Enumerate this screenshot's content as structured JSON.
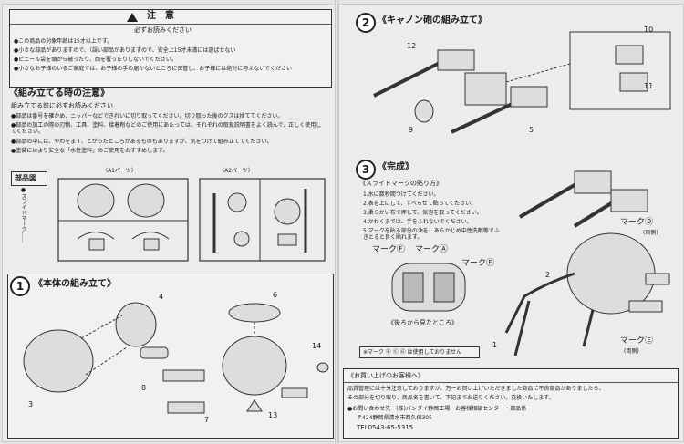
{
  "caution": {
    "title": "注　意",
    "subtitle": "必ずお読みください",
    "lines": [
      "●この商品の対象年齢は15才以上です。",
      "●小さな部品がありますので、（誤い部品がありますので、安全上15才未満には遊ばせない",
      "●ビニール袋を頭から被ったり、顔を覆ったりしないでください。",
      "●小さなお子様のいるご家庭では、お子様の手の届かないところに保管し、お子様には絶対に与えないでください"
    ]
  },
  "assembly_notes": {
    "title": "《組み立てる時の注意》",
    "subtitle": "組み立てる前に必ずお読みください",
    "lines": [
      "●部品は番号を確かめ、ニッパーなどできれいに切り取ってください。切り取った後のクズは捨ててください。",
      "●部品の加工の際の刃物、工具、塗料、接着剤などのご使用にあたっては、それぞれの取扱説明書をよく読んで、正しく使用してください。",
      "●部品の中には、やわをます、とがったところがあるものもありますが、気をつけて組み立ててください。",
      "●塗装にはより安全な「水性塗料」のご使用をおすすめします。"
    ]
  },
  "parts_diagram": {
    "label": "部品図",
    "side_label": "●スライドマーク……",
    "a1": "〈A1パーツ〉",
    "a2": "〈A2パーツ〉"
  },
  "step1": {
    "number": "1",
    "title": "《本体の組み立て》",
    "callouts": [
      "4",
      "3",
      "6",
      "14",
      "8",
      "7",
      "13"
    ]
  },
  "step2": {
    "number": "2",
    "title": "《キャノン砲の組み立て》",
    "callouts": [
      "12",
      "10",
      "11",
      "9",
      "5"
    ]
  },
  "step3": {
    "number": "3",
    "title": "《完成》",
    "sticker_title": "《スライドマークの貼り方》",
    "sticker_steps": [
      "1.水に数秒間つけてください。",
      "2.表を上にして、すべらせて貼ってください。",
      "3.柔らかい布で押して、気泡を取ってください。",
      "4.かわくまでは、手をふれないでください。",
      "5.マークを貼る部分の油を、あらかじめ中性洗剤等でふきとると良く貼れます。"
    ],
    "mark_f": "マーク",
    "mark_a": "マーク",
    "mark_f2": "マーク",
    "back_view": "《後ろから見たところ》",
    "note": "※マーク Ⓑ Ⓒ Ⓖ は使用しておりません",
    "mark_d": "マーク",
    "mark_d_sub": "(両側)",
    "mark_e": "マーク",
    "mark_e_sub": "(両側)",
    "callouts": [
      "2",
      "1"
    ]
  },
  "customer": {
    "title": "《お買い上げのお客様へ》",
    "lines": [
      "品質管理には十分注意しておりますが、万一お買い上げいただきました商品に不良部品がありましたら、",
      "その部分を切り取り、商品名を書いて、下記までお送りください。交換いたします。"
    ],
    "contact": "●お問い合わせ先　(株)バンダイ静岡工場　お客様相談センター・部品係",
    "address": "〒424静岡県清水市西久保305",
    "tel": "TEL0543-65-5315"
  }
}
